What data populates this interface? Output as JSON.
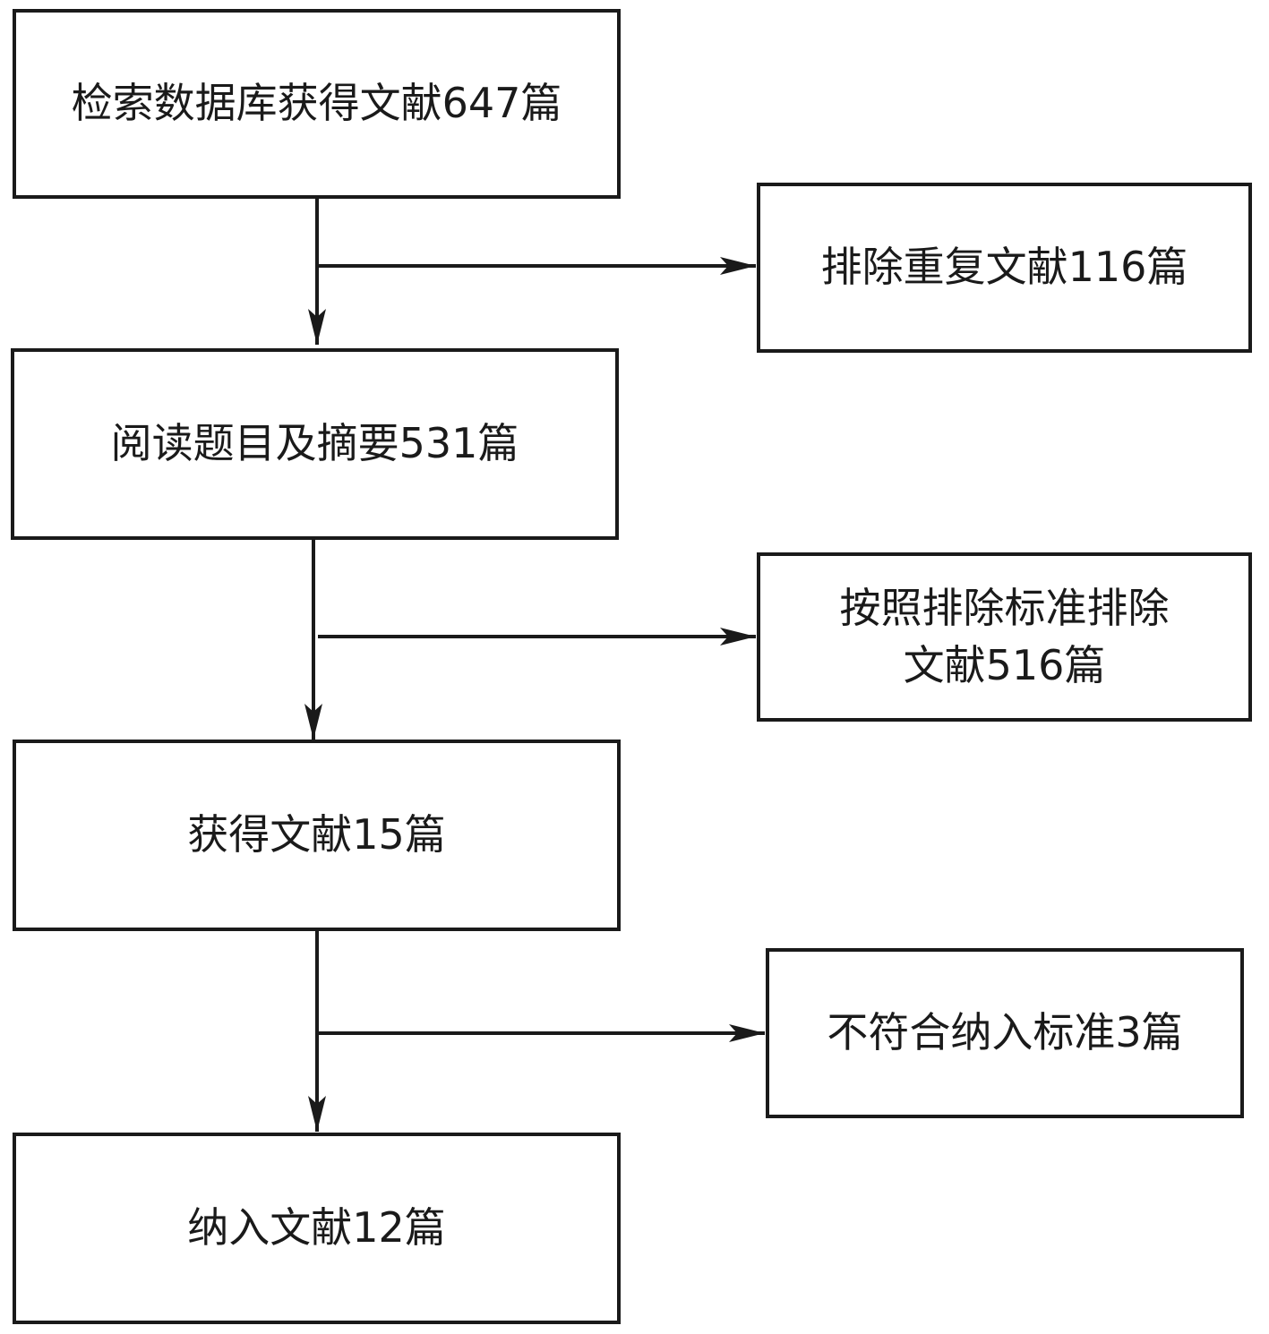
{
  "steps": [
    {
      "text": "检索数据库获得文献647篇"
    },
    {
      "text": "阅读题目及摘要531篇"
    },
    {
      "text": "获得文献15篇"
    },
    {
      "text": "纳入文献12篇"
    }
  ],
  "exclusions": [
    {
      "lines": [
        "排除重复文献116篇"
      ]
    },
    {
      "lines": [
        "按照排除标准排除",
        "文献516篇"
      ]
    },
    {
      "lines": [
        "不符合纳入标准3篇"
      ]
    }
  ],
  "colors": {
    "stroke": "#1a1a1a",
    "background": "#ffffff"
  }
}
